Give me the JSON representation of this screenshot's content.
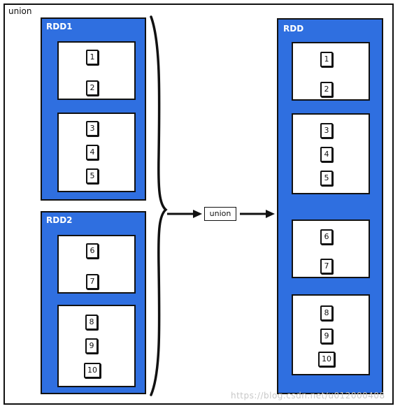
{
  "frame": {
    "label": "union"
  },
  "rdd1": {
    "title": "RDD1",
    "partitions": [
      {
        "items": [
          "1",
          "2"
        ]
      },
      {
        "items": [
          "3",
          "4",
          "5"
        ]
      }
    ]
  },
  "rdd2": {
    "title": "RDD2",
    "partitions": [
      {
        "items": [
          "6",
          "7"
        ]
      },
      {
        "items": [
          "8",
          "9",
          "10"
        ]
      }
    ]
  },
  "operation": {
    "label": "union"
  },
  "result": {
    "title": "RDD",
    "partitions": [
      {
        "items": [
          "1",
          "2"
        ]
      },
      {
        "items": [
          "3",
          "4",
          "5"
        ]
      },
      {
        "items": [
          "6",
          "7"
        ]
      },
      {
        "items": [
          "8",
          "9",
          "10"
        ]
      }
    ]
  },
  "watermark": "https://blog.csdn.net/u012000408",
  "colors": {
    "rdd_fill": "#2f6fe0",
    "stroke": "#111111"
  }
}
